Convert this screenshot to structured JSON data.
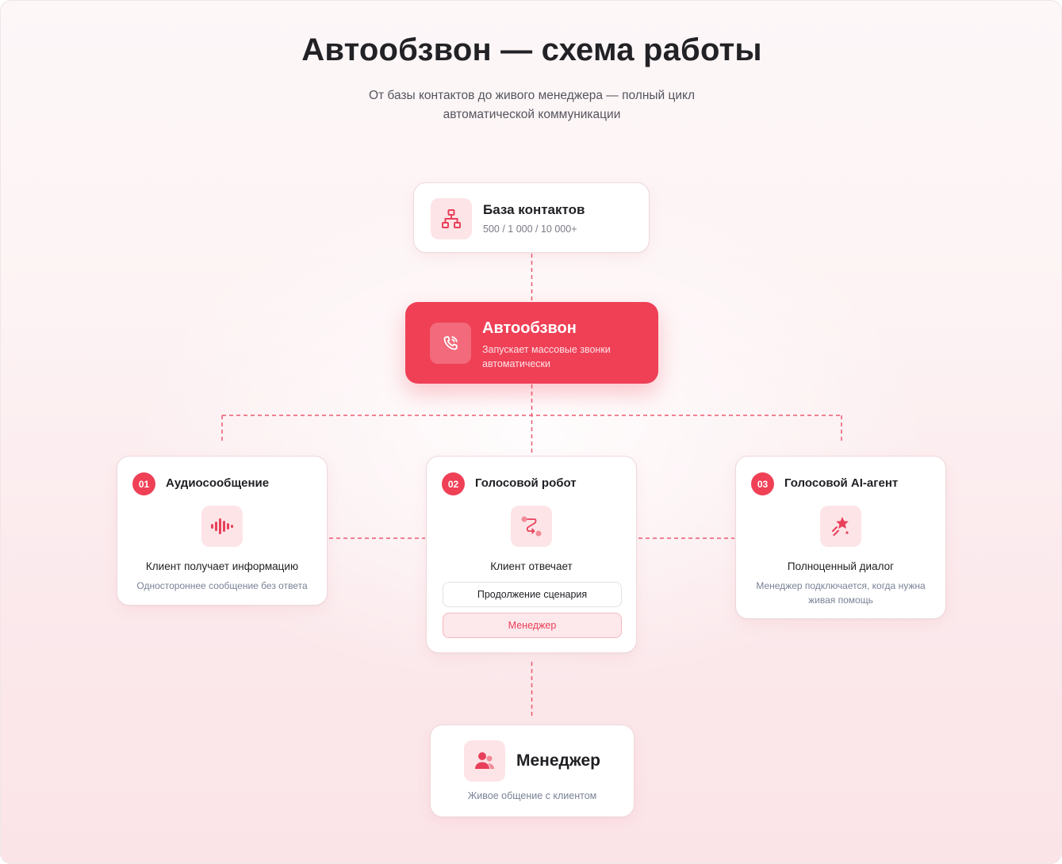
{
  "header": {
    "title": "Автообзвон — схема работы",
    "subtitle": "От базы контактов до живого менеджера — полный цикл автоматической коммуникации"
  },
  "source": {
    "title": "База контактов",
    "subtitle": "500 / 1 000 / 10 000+",
    "icon": "network-structure-icon"
  },
  "main": {
    "title": "Автообзвон",
    "subtitle": "Запускает массовые звонки автоматически",
    "icon": "phone-call-icon"
  },
  "branches": [
    {
      "number": "01",
      "title": "Аудиосообщение",
      "icon": "sound-wave-icon",
      "label": "Клиент получает информацию",
      "description": "Одностороннее сообщение без ответа"
    },
    {
      "number": "02",
      "title": "Голосовой робот",
      "icon": "route-icon",
      "label": "Клиент отвечает",
      "options": [
        "Продолжение сценария",
        "Менеджер"
      ]
    },
    {
      "number": "03",
      "title": "Голосовой AI-агент",
      "icon": "sparkle-star-icon",
      "label": "Полноценный диалог",
      "description": "Менеджер подключается, когда нужна живая помощь"
    }
  ],
  "manager": {
    "title": "Менеджер",
    "subtitle": "Живое общение с клиентом",
    "icon": "users-icon"
  },
  "colors": {
    "accent": "#ef4056",
    "accent_soft": "#fde4e7",
    "connector": "#e8405a"
  }
}
